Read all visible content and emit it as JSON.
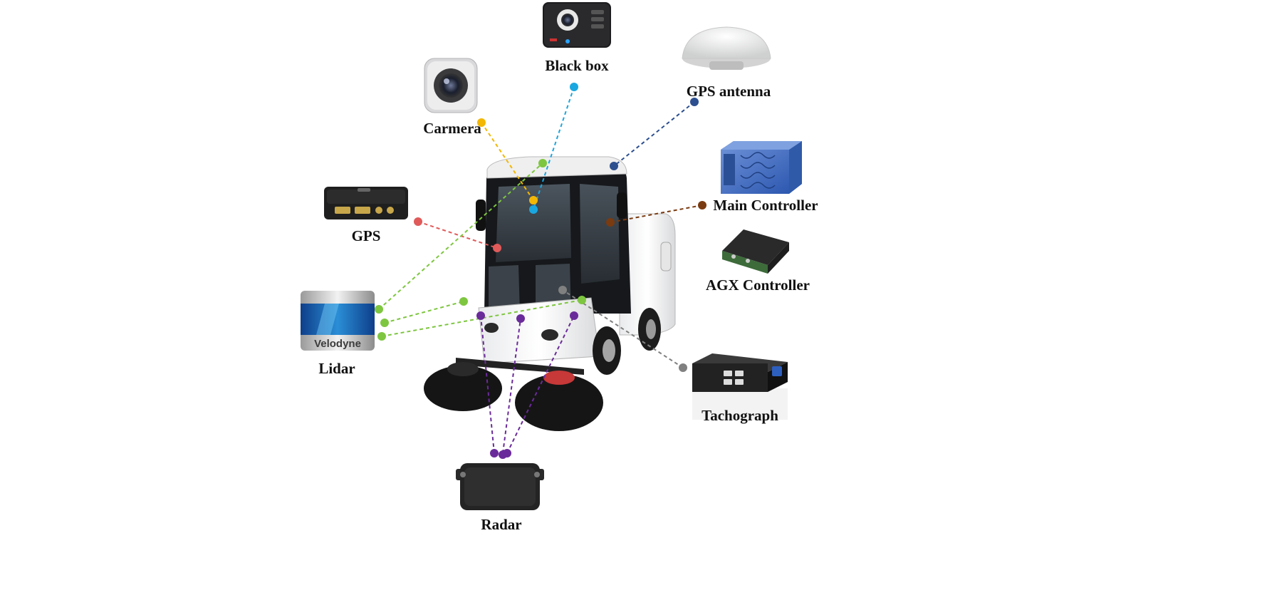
{
  "labels": {
    "black_box": "Black box",
    "gps_antenna": "GPS antenna",
    "camera": "Carmera",
    "main_controller": "Main Controller",
    "gps": "GPS",
    "agx_controller": "AGX Controller",
    "lidar": "Lidar",
    "tachograph": "Tachograph",
    "radar": "Radar"
  },
  "device_logos": {
    "lidar_brand": "Velodyne"
  },
  "colors": {
    "black_box": "#1aa7e0",
    "gps_antenna": "#2c4f8f",
    "camera": "#f2b705",
    "main_controller": "#7a3b10",
    "gps": "#e05a5a",
    "lidar": "#7ec640",
    "tachograph": "#808080",
    "radar": "#6a2b9a"
  }
}
